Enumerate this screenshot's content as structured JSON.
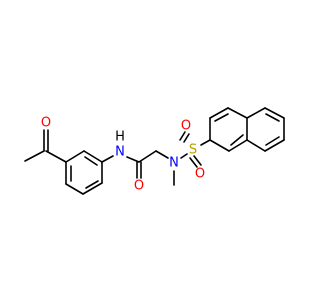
{
  "molecule": {
    "atoms": {
      "acetyl_oxygen": "O",
      "amide_nitrogen": "N",
      "amide_hydrogen": "H",
      "amide_oxygen": "O",
      "sulfonamide_nitrogen": "N",
      "sulfur": "S",
      "sulfonyl_oxygen_top": "O",
      "sulfonyl_oxygen_bottom": "O"
    },
    "colors": {
      "bond": "#000000",
      "oxygen": "#ff0000",
      "nitrogen": "#0000ff",
      "sulfur": "#b8a000",
      "hydrogen": "#000000"
    }
  }
}
